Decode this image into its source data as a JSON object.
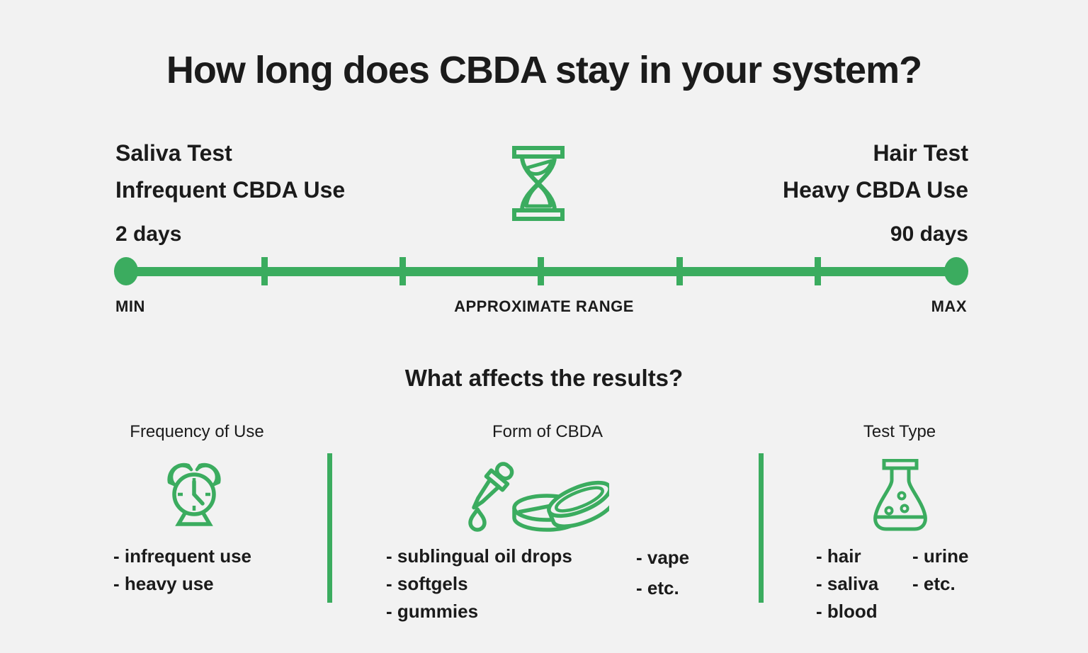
{
  "title": "How long does CBDA stay in your system?",
  "colors": {
    "background": "#f2f2f2",
    "accent_green": "#3bac5f",
    "text": "#1b1b1b"
  },
  "icons": {
    "timeline_center": "hourglass",
    "frequency_column": "alarm-clock",
    "form_column": "dropper-and-containers",
    "test_column": "lab-flask"
  },
  "timeline": {
    "left_heading_line1": "Saliva Test",
    "left_heading_line2": "Infrequent CBDA Use",
    "right_heading_line1": "Hair Test",
    "right_heading_line2": "Heavy CBDA Use",
    "min_value": "2 days",
    "max_value": "90 days",
    "min_label": "MIN",
    "range_label": "APPROXIMATE RANGE",
    "max_label": "MAX"
  },
  "factors": {
    "title": "What affects the results?",
    "columns": [
      {
        "header": "Frequency of Use",
        "items": [
          "- infrequent use",
          "- heavy use"
        ]
      },
      {
        "header": "Form of CBDA",
        "items_left": [
          "- sublingual oil drops",
          "- softgels",
          "- gummies"
        ],
        "items_right": [
          "- vape",
          "- etc."
        ]
      },
      {
        "header": "Test Type",
        "items_left": [
          "- hair",
          "- saliva",
          "- blood"
        ],
        "items_right": [
          "- urine",
          "- etc."
        ]
      }
    ]
  }
}
